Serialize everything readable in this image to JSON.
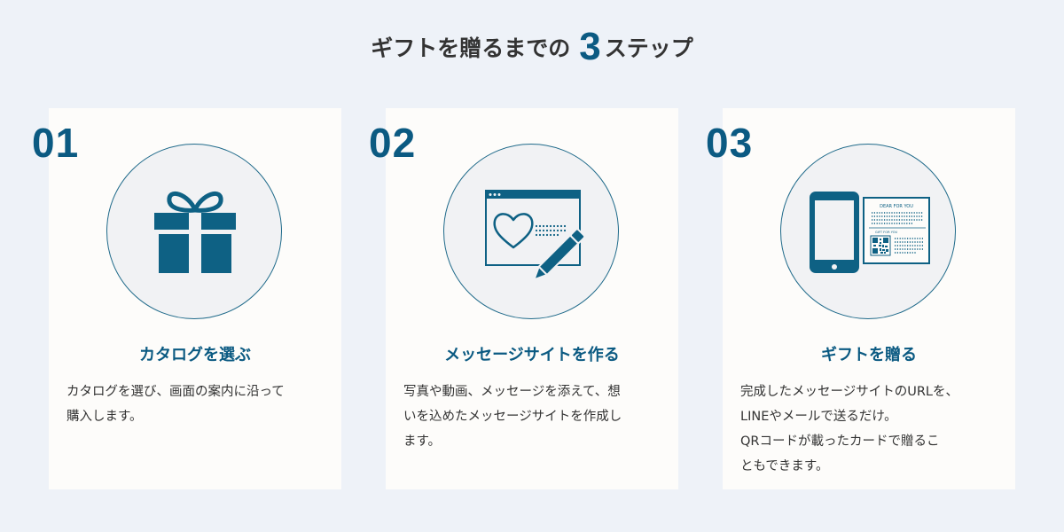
{
  "heading": {
    "prefix": "ギフトを贈るまでの",
    "number": "3",
    "suffix": "ステップ"
  },
  "steps": [
    {
      "number": "01",
      "title": "カタログを選ぶ",
      "icon": "gift-box-icon",
      "description_lines": [
        "カタログを選び、画面の案内に沿って",
        "購入します。"
      ]
    },
    {
      "number": "02",
      "title": "メッセージサイトを作る",
      "icon": "web-page-with-heart-and-pencil-icon",
      "description_lines": [
        "写真や動画、メッセージを添えて、想",
        "いを込めたメッセージサイトを作成し",
        "ます。"
      ]
    },
    {
      "number": "03",
      "title": "ギフトを贈る",
      "icon": "smartphone-and-message-card-icon",
      "card_text": {
        "top": "DEAR FOR YOU",
        "bottom": "GIFT FOR YOU"
      },
      "description_lines": [
        "完成したメッセージサイトのURLを、",
        "LINEやメールで送るだけ。",
        "QRコードが載ったカードで贈るこ",
        "ともできます。"
      ]
    }
  ],
  "colors": {
    "accent": "#0b5a82",
    "icon": "#0e6184",
    "background": "#eef2f8",
    "card": "#fdfcfa",
    "text": "#333333",
    "circle_fill": "#f1f2f4"
  }
}
